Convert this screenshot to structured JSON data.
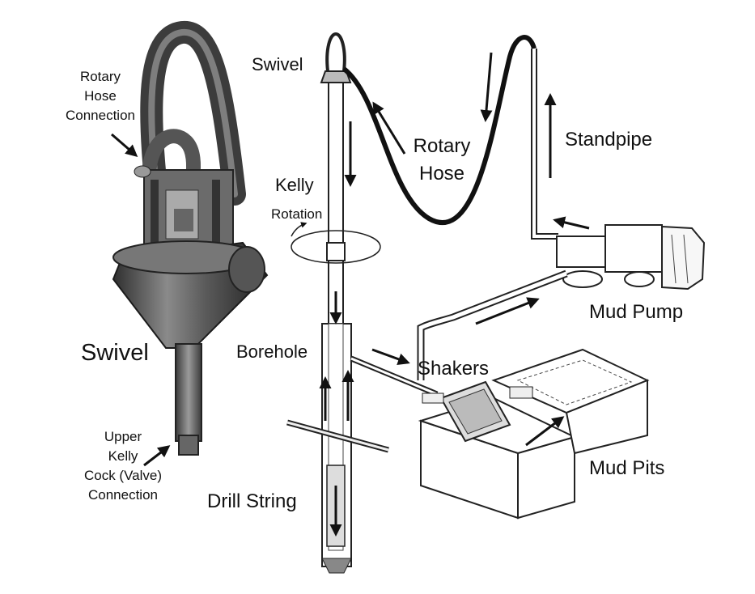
{
  "labels": {
    "rotary_hose_connection": [
      "Rotary",
      "Hose",
      "Connection"
    ],
    "swivel_big": "Swivel",
    "upper_kelly": [
      "Upper",
      "Kelly",
      "Cock (Valve)",
      "Connection"
    ],
    "swivel_top": "Swivel",
    "kelly": "Kelly",
    "rotation": "Rotation",
    "rotary_hose": [
      "Rotary",
      "Hose"
    ],
    "standpipe": "Standpipe",
    "borehole": "Borehole",
    "shakers": "Shakers",
    "mud_pump": "Mud Pump",
    "mud_pits": "Mud Pits",
    "drill_string": "Drill String"
  }
}
